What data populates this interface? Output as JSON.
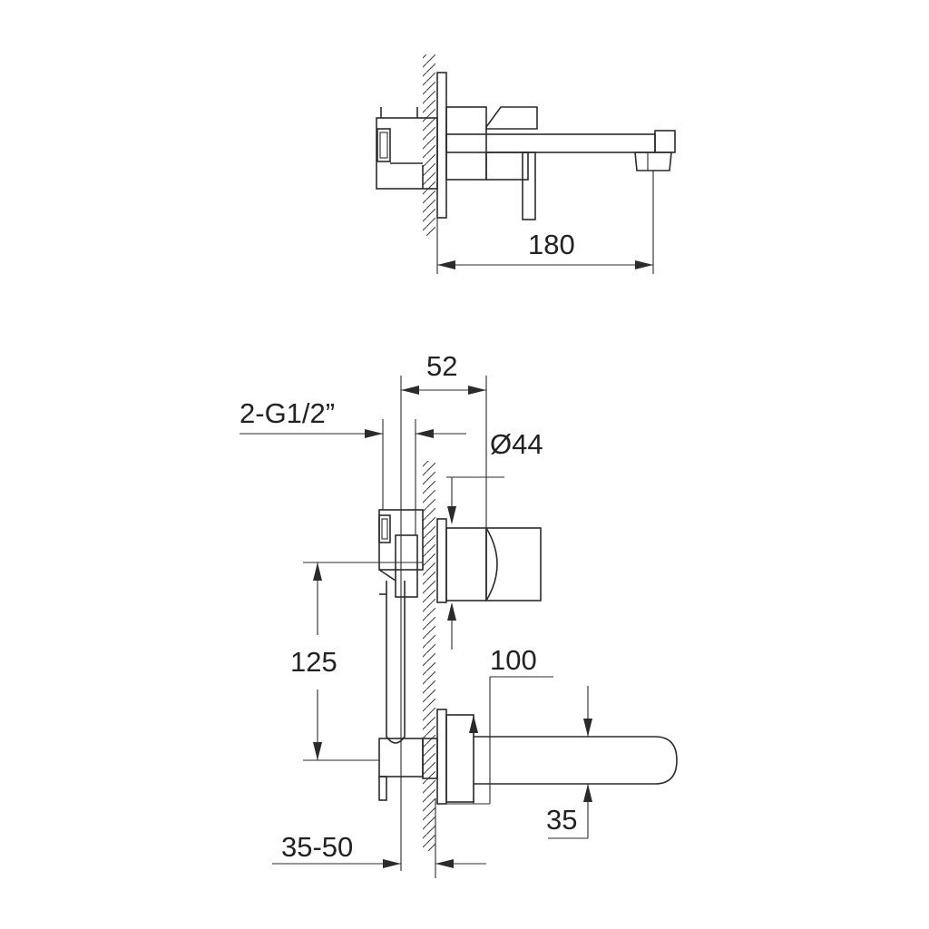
{
  "dimensions": {
    "spout_projection": "180",
    "body_depth": "52",
    "connection": "2-G1/2”",
    "handle_diameter": "Ø44",
    "inlet_spacing": "125",
    "outlet_height": "100",
    "spout_height": "35",
    "wall_recess": "35-50"
  }
}
